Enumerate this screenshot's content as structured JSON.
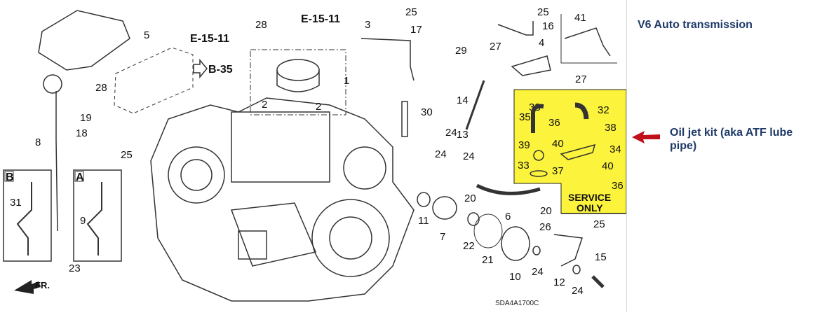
{
  "sidebar": {
    "title": "V6 Auto transmission",
    "annotation": "Oil jet kit (aka ATF lube pipe)",
    "annotation_arrow": "red-left-arrow",
    "accent_color": "#1f3a68",
    "arrow_color": "#c0101a"
  },
  "diagram": {
    "diagram_code": "SDA4A1700C",
    "highlight_label_line1": "SERVICE",
    "highlight_label_line2": "ONLY",
    "highlight_color": "#fcf43c",
    "references": [
      "E-15-11",
      "E-15-11",
      "B-35"
    ],
    "inset_a": "A",
    "inset_b": "B",
    "front_label": "FR.",
    "part_labels": [
      "1",
      "2",
      "2",
      "3",
      "4",
      "5",
      "6",
      "7",
      "8",
      "9",
      "10",
      "11",
      "12",
      "13",
      "14",
      "15",
      "16",
      "17",
      "18",
      "19",
      "20",
      "20",
      "21",
      "22",
      "23",
      "24",
      "24",
      "24",
      "24",
      "24",
      "25",
      "25",
      "25",
      "25",
      "26",
      "27",
      "27",
      "28",
      "28",
      "29",
      "30",
      "31",
      "32",
      "33",
      "34",
      "35",
      "36",
      "36",
      "37",
      "38",
      "38",
      "39",
      "40",
      "40",
      "41"
    ]
  }
}
